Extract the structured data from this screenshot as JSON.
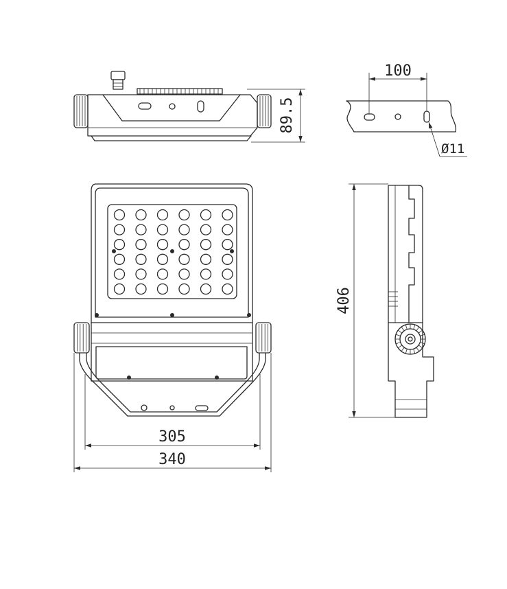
{
  "dimensions": {
    "height_top_view": "89.5",
    "bracket_hole_spacing": "100",
    "hole_diameter": "Ø11",
    "overall_height": "406",
    "bracket_width": "305",
    "overall_width": "340"
  },
  "led_grid": {
    "rows": 6,
    "columns": 6
  },
  "colors": {
    "line": "#2a2a2a",
    "background": "#ffffff"
  }
}
